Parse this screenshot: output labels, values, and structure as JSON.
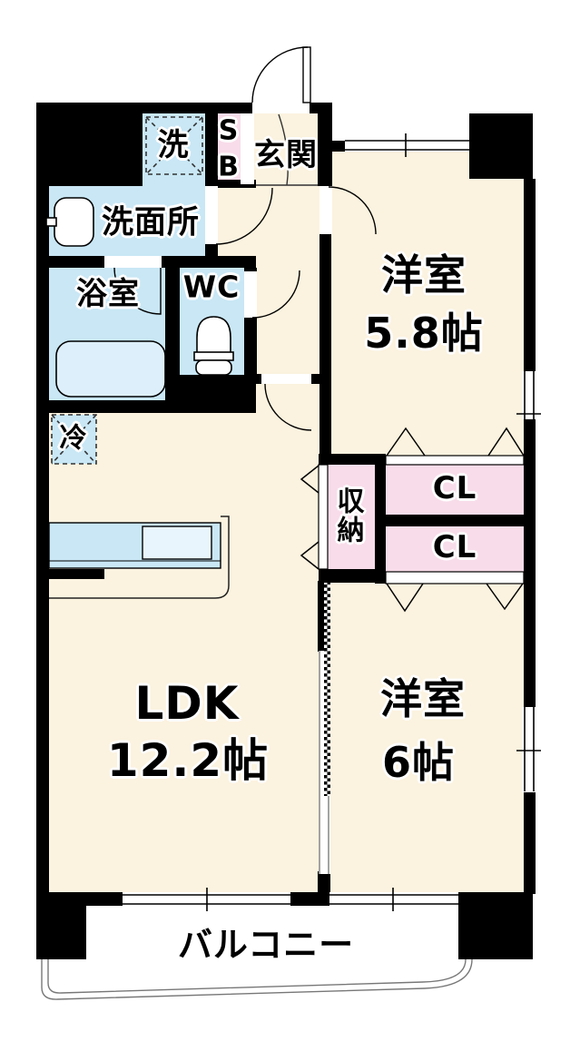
{
  "colors": {
    "room_fill": "#FBF2DF",
    "wet_fill": "#C9E7F5",
    "tub_fill": "#DDEFFA",
    "closet_fill": "#F8DCE9",
    "wall": "#000000",
    "thin_line": "#1a1a1a",
    "balcony_line": "#777777"
  },
  "labels": {
    "washer": "洗",
    "shoe_box_line1": "S",
    "shoe_box_line2": "B",
    "entrance": "玄関",
    "washroom": "洗面所",
    "bathroom": "浴室",
    "toilet": "WC",
    "fridge": "冷",
    "storage": "収納",
    "closet_upper": "CL",
    "closet_lower": "CL",
    "western_room_1_name": "洋室",
    "western_room_1_size": "5.8帖",
    "western_room_2_name": "洋室",
    "western_room_2_size": "6帖",
    "ldk_name": "LDK",
    "ldk_size": "12.2帖",
    "balcony": "バルコニー"
  }
}
